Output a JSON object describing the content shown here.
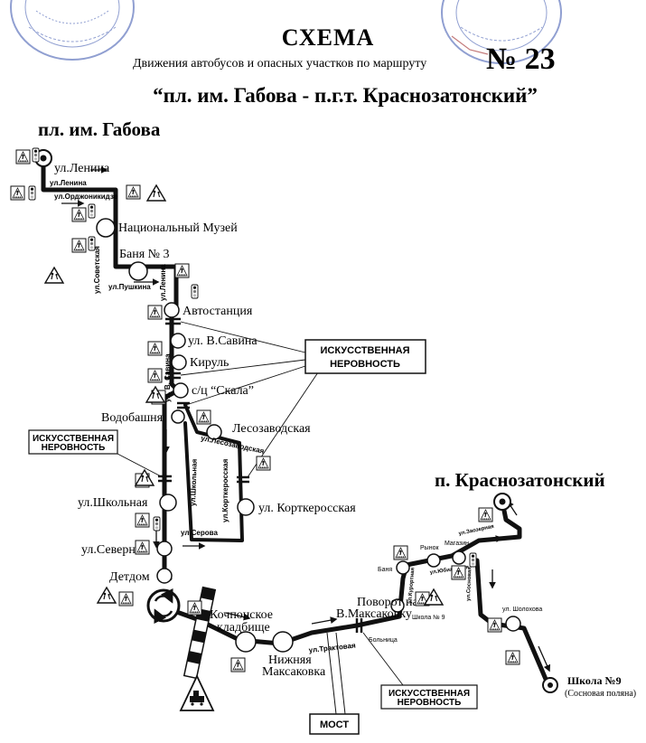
{
  "header": {
    "title": "СХЕМА",
    "subtitle": "Движения автобусов и опасных участков по маршруту",
    "route_number": "№ 23",
    "route_name": "“пл. им. Габова - п.г.т. Краснозатонский”"
  },
  "terminals": {
    "start": "пл. им. Габова",
    "end": "п. Краснозатонский"
  },
  "stops": {
    "lenina": "ул.Ленина",
    "museum": "Национальный Музей",
    "banya3": "Баня № 3",
    "avtostanciya": "Автостанция",
    "v_savina": "ул. В.Савина",
    "kirul": "Кируль",
    "skala": "с/ц “Скала”",
    "vodobashnya": "Водобашня",
    "lesozavodskaya": "Лесозаводская",
    "shkolnaya": "ул.Школьная",
    "kortkerosskaya": "ул. Корткеросская",
    "severnaya": "ул.Северная",
    "detdom": "Детдом",
    "kochpon_1": "Кочпонское",
    "kochpon_2": "кладбище",
    "nizh_1": "Нижняя",
    "nizh_2": "Максаковка",
    "povorot_1": "Поворот на",
    "povorot_2": "В.Максаковку",
    "school9": "Школа №9",
    "school9_sub": "(Сосновая поляна)"
  },
  "small_labels": {
    "magazin": "Магазин",
    "rynok": "Рынок",
    "banya": "Баня",
    "shkola9_small": "Школа № 9",
    "bolnica": "Больница",
    "sholohova": "ул. Шолохова"
  },
  "streets": {
    "lenina": "ул.Ленина",
    "ordzhonikidze": "ул.Орджоникидзе",
    "sovetskaya": "ул.Советская",
    "pushkina": "ул.Пушкина",
    "lenina2": "ул.Ленина",
    "v_savina": "ул. В. Савина",
    "lesozavodskaya": "ул.Лесозаводская",
    "shkolnaya": "ул.Школьная",
    "korkerosskaya": "ул.Корткеросская",
    "serova": "ул.Серова",
    "traktovaya": "ул.Трактовая",
    "yubileynaya": "ул.Юбилейная",
    "kurortnaya": "ул.Курортная",
    "sosnovaya": "ул.Сосновая",
    "zaozernaya": "ул.Заозерная"
  },
  "callouts": {
    "bump_main_1": "ИСКУССТВЕННАЯ",
    "bump_main_2": "НЕРОВНОСТЬ",
    "bump_left_1": "ИСКУССТВЕННАЯ",
    "bump_left_2": "НЕРОВНОСТЬ",
    "bump_bottom_1": "ИСКУССТВЕННАЯ",
    "bump_bottom_2": "НЕРОВНОСТЬ",
    "bridge": "МОСТ"
  },
  "icons": [
    "pedestrian-crossing-sign",
    "traffic-light-sign",
    "children-sign",
    "railway-crossing-sign",
    "roundabout-sign",
    "stamp-seal"
  ],
  "colors": {
    "route": "#111111",
    "background": "#ffffff",
    "stamp": "#5a6fb8"
  }
}
